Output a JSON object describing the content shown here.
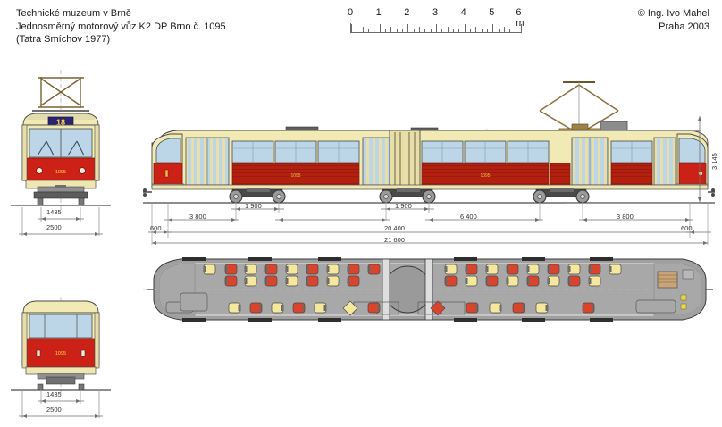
{
  "header": {
    "line1": "Technické muzeum v Brně",
    "line2": "Jednosměrný motorový vůz K2 DP Brno č. 1095",
    "line3": "(Tatra Smíchov 1977)"
  },
  "credit": {
    "line1": "© Ing. Ivo Mahel",
    "line2": "Praha 2003"
  },
  "scale": {
    "ticks": [
      "0",
      "1",
      "2",
      "3",
      "4",
      "5",
      "6 m"
    ],
    "unit": "m",
    "major_count": 7,
    "minor_per_major": 5
  },
  "vehicle": {
    "route_number": "18",
    "fleet_number": "1095",
    "colors": {
      "body_cream": "#f2eab4",
      "body_red": "#b42010",
      "skirt_red": "#cc2116",
      "window_blue": "#bcd6e8",
      "roof_grey": "#8f8f8f",
      "plan_grey": "#a0a0a0",
      "seat_yellow": "#f5e79e",
      "seat_red": "#d8442c",
      "frame_dark": "#3a3a3a",
      "pantograph": "#8a6f3a"
    }
  },
  "dimensions": {
    "front_gauge": "1435",
    "front_width": "2500",
    "rear_gauge": "1435",
    "rear_width": "2500",
    "height": "3 145",
    "overhang_front": "600",
    "overhang_rear": "600",
    "bogie_a_to_b": "3 800",
    "wheelbase_front": "1 900",
    "wheelbase_rear": "1 900",
    "centre_span": "6 400",
    "bogie_c_to_d": "3 800",
    "over_bogies": "20 400",
    "over_couplers": "21 600"
  },
  "views": {
    "front_elevation": "front-view",
    "side_elevation": "side-view",
    "plan": "plan-view",
    "rear_elevation": "rear-view"
  }
}
